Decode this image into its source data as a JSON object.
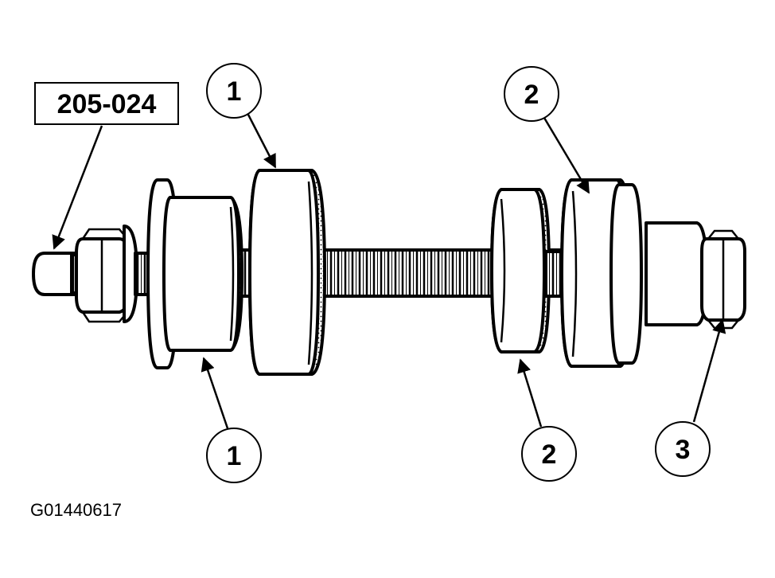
{
  "tool_number": "205-024",
  "figure_id": "G01440617",
  "callouts": {
    "c1_top": "1",
    "c1_bottom": "1",
    "c2_top": "2",
    "c2_bottom": "2",
    "c3": "3"
  }
}
